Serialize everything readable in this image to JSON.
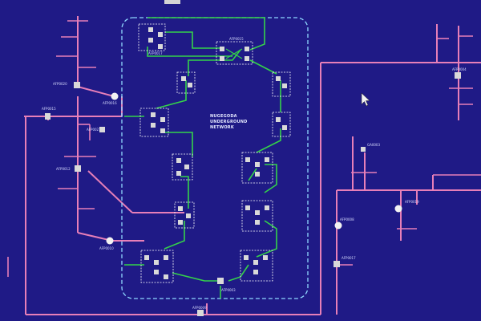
{
  "colors": {
    "background": "#1f1a86",
    "overhead_line": "#e77fb8",
    "underground_cable": "#34d24a",
    "network_boundary": "#8fd8ff",
    "switch": "#d9d9d9"
  },
  "network": {
    "title_line1": "NUGEGODA",
    "title_line2": "UNDERGROUND",
    "title_line3": "NETWORK"
  },
  "labels": {
    "l1": "AFP0020",
    "l2": "AFP0015",
    "l3": "AFP0016",
    "l4": "AFP0021",
    "l5": "AFP0012",
    "l6": "AFP0010",
    "l7": "AFP0015",
    "l8": "AFP0017",
    "l9": "AFP0003",
    "l10": "AFP0009",
    "l11": "GA0003",
    "l12": "AFP0019",
    "l13": "AFP0008",
    "l14": "AFP0017",
    "l15": "AFP0004"
  },
  "cursor": {
    "icon": "mouse-pointer-icon"
  }
}
